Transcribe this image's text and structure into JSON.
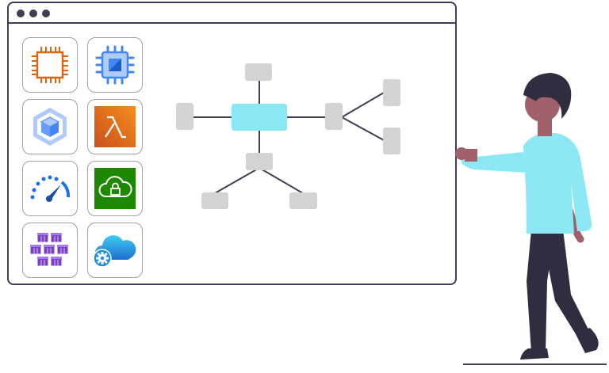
{
  "illustration": {
    "window_controls": [
      "dot",
      "dot",
      "dot"
    ],
    "service_icons": [
      {
        "name": "compute-chip-orange-icon",
        "accent": "#d86613"
      },
      {
        "name": "compute-chip-blue-icon",
        "accent": "#4285f4"
      },
      {
        "name": "cube-hexagon-icon",
        "accent": "#669df6"
      },
      {
        "name": "lambda-icon",
        "accent": "#d45b07"
      },
      {
        "name": "speedometer-icon",
        "accent": "#1a73e8"
      },
      {
        "name": "cloud-lock-icon",
        "accent": "#1e8900"
      },
      {
        "name": "container-cluster-icon",
        "accent": "#7b3fc2"
      },
      {
        "name": "cloud-gear-icon",
        "accent": "#1f8ce0"
      }
    ],
    "diagram_colors": {
      "hub": "#8ce8f5",
      "node": "#d3d3d3",
      "line": "#3f3d56"
    },
    "person_colors": {
      "shirt": "#8ce8f5",
      "skin": "#a0616a",
      "hair": "#2f2e41",
      "pants": "#2f2e41"
    }
  }
}
